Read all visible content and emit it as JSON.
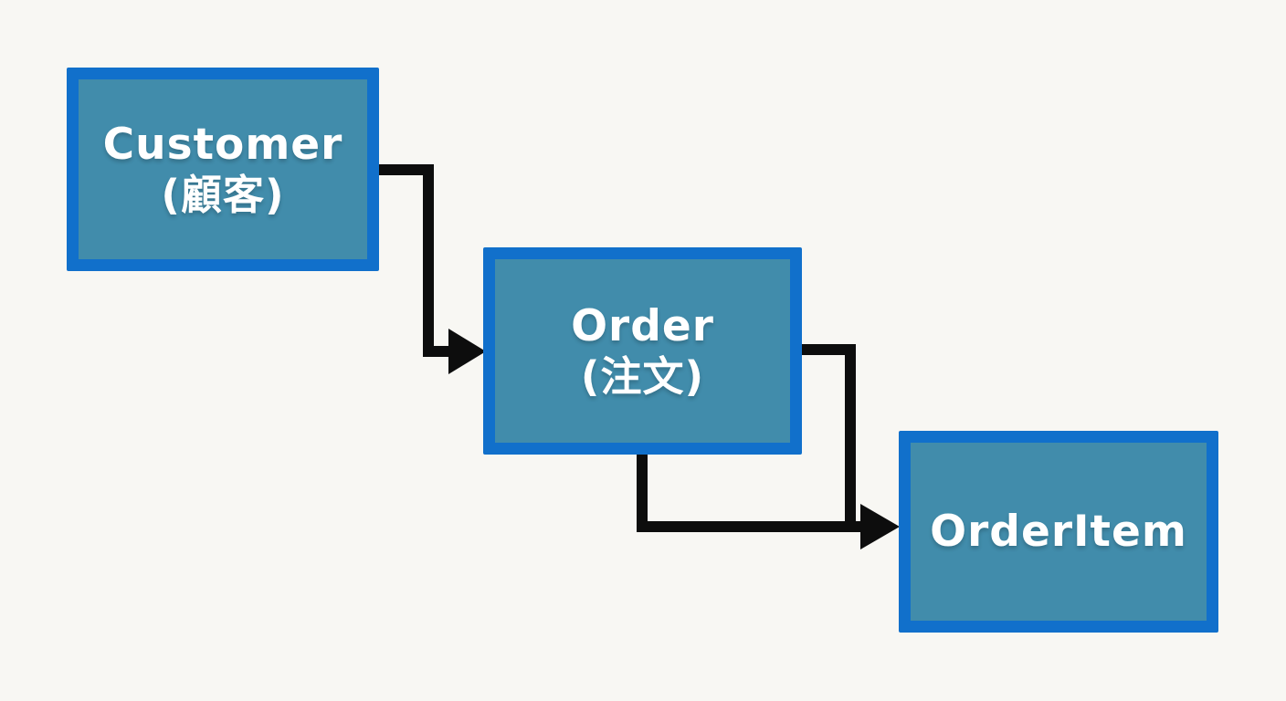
{
  "diagram": {
    "type": "flow-diagram",
    "nodes": {
      "customer": {
        "label": "Customer",
        "sublabel": "(顧客)"
      },
      "order": {
        "label": "Order",
        "sublabel": "(注文)"
      },
      "orderitem": {
        "label": "OrderItem",
        "sublabel": ""
      }
    },
    "edges": [
      {
        "from": "Customer",
        "to": "Order",
        "route": "right-then-down"
      },
      {
        "from": "Order",
        "to": "OrderItem",
        "route": "right-side-then-down"
      },
      {
        "from": "Order",
        "to": "OrderItem",
        "route": "bottom-then-right"
      }
    ],
    "colors": {
      "background": "#f8f7f3",
      "node_fill": "#418cab",
      "node_border": "#1170cb",
      "arrow": "#0d0d0d",
      "text": "#ffffff"
    }
  }
}
